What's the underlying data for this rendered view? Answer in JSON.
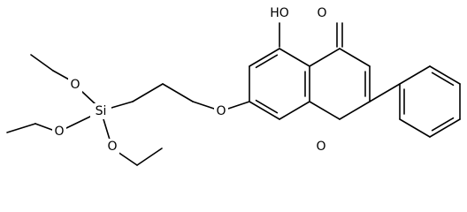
{
  "diagram": {
    "type": "chemical-structure",
    "atom_labels": {
      "hydroxyl": "HO",
      "carbonyl_oxygen": "O",
      "ring_oxygen": "O",
      "ether_oxygen": "O",
      "silicon": "Si",
      "ethoxy_oxygen_top": "O",
      "ethoxy_oxygen_left": "O",
      "ethoxy_oxygen_bottom": "O"
    }
  }
}
